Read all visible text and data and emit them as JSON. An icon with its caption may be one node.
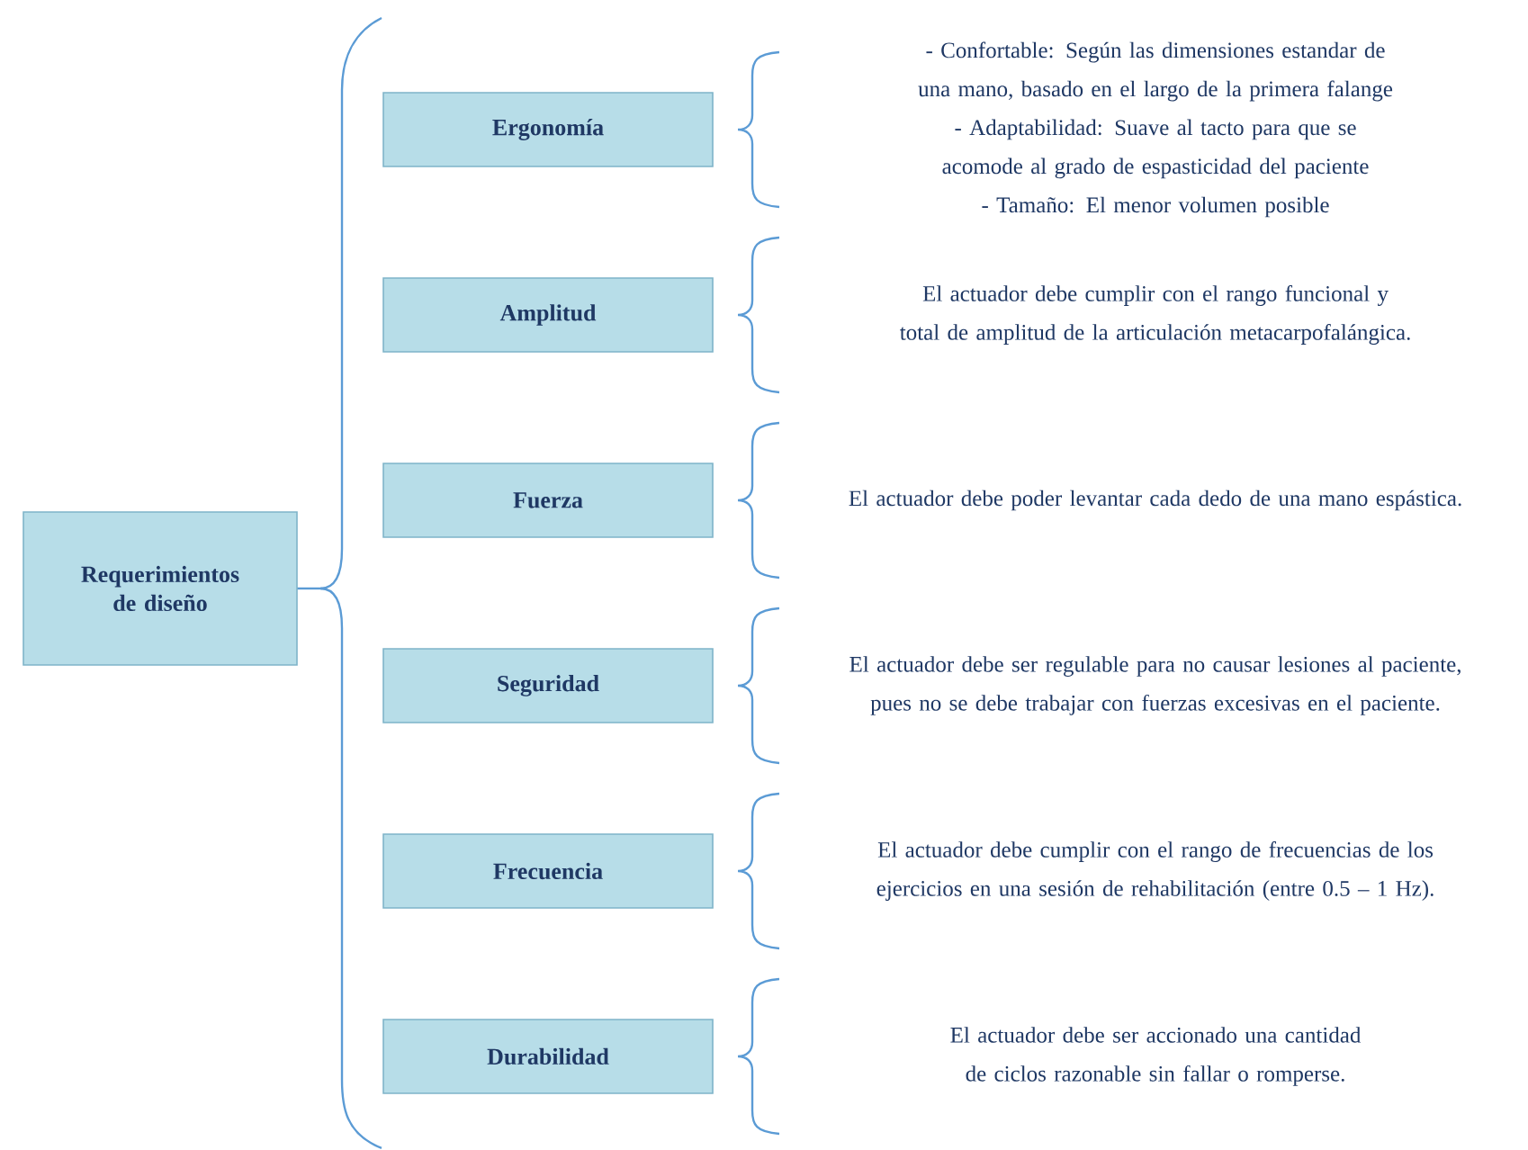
{
  "diagram": {
    "nodes": [
      {
        "text": [
          "Requerimientos de diseño"
        ]
      },
      {
        "text": [
          "Ergonomía"
        ]
      },
      {
        "text": [
          "Amplitud"
        ]
      },
      {
        "text": [
          "Fuerza"
        ]
      },
      {
        "text": [
          "Seguridad"
        ]
      },
      {
        "text": [
          "Frecuencia"
        ]
      },
      {
        "text": [
          "Durabilidad"
        ]
      }
    ],
    "labels": [
      "- Confortable: Según las dimensiones estandar de una mano, basado en el largo de la primera falange",
      "- Adaptabilidad: Suave al tacto para que se acomode al grado de espasticidad del paciente",
      "- Tamaño: El menor volumen posible",
      "El actuador debe cumplir con el rango funcional y total de amplitud de la articulación metacarpofalángica.",
      "El actuador debe poder levantar cada dedo de una mano espástica.",
      "El actuador debe ser regulable para no causar lesiones al paciente, pues no se debe trabajar con fuerzas excesivas en el paciente.",
      "El actuador debe cumplir con el rango de frecuencias de los ejercicios en una sesión de rehabilitación (entre 0.5 – 1 Hz).",
      "El actuador debe ser accionado una cantidad de ciclos razonable sin fallar o romperse."
    ]
  }
}
